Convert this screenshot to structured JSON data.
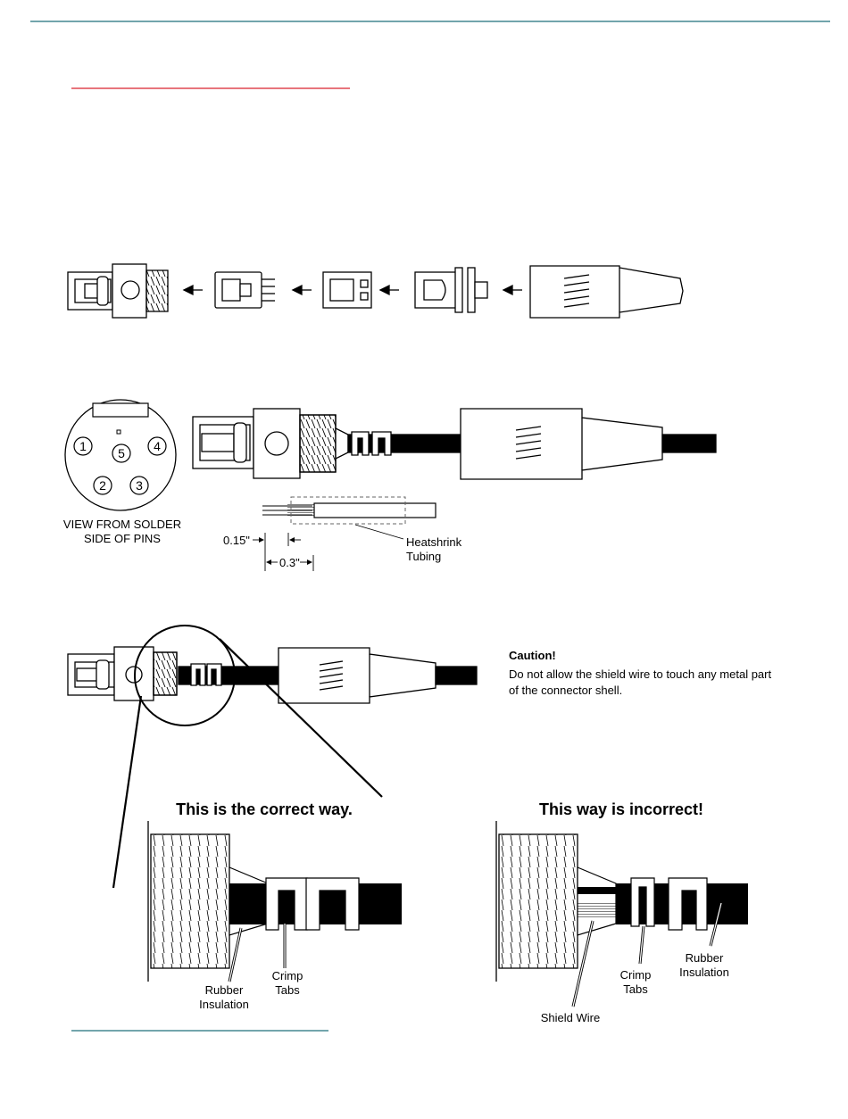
{
  "colors": {
    "top_rule": "#1f6f7a",
    "red_rule": "#d9232e",
    "bottom_rule": "#1f6f7a"
  },
  "pin_diagram": {
    "pins": [
      "1",
      "5",
      "4",
      "2",
      "3"
    ],
    "caption_line1": "VIEW FROM SOLDER",
    "caption_line2": "SIDE OF PINS"
  },
  "dimensions": {
    "short": "0.15\"",
    "long": "0.3\"",
    "heatshrink_line1": "Heatshrink",
    "heatshrink_line2": "Tubing"
  },
  "caution": {
    "title": "Caution!",
    "body": "Do not allow the shield wire to touch any metal part of the connector shell."
  },
  "correct": {
    "heading": "This is the correct way.",
    "crimp_line1": "Crimp",
    "crimp_line2": "Tabs",
    "rubber_line1": "Rubber",
    "rubber_line2": "Insulation"
  },
  "incorrect": {
    "heading": "This way is incorrect!",
    "crimp_line1": "Crimp",
    "crimp_line2": "Tabs",
    "rubber_line1": "Rubber",
    "rubber_line2": "Insulation",
    "shield": "Shield Wire"
  }
}
